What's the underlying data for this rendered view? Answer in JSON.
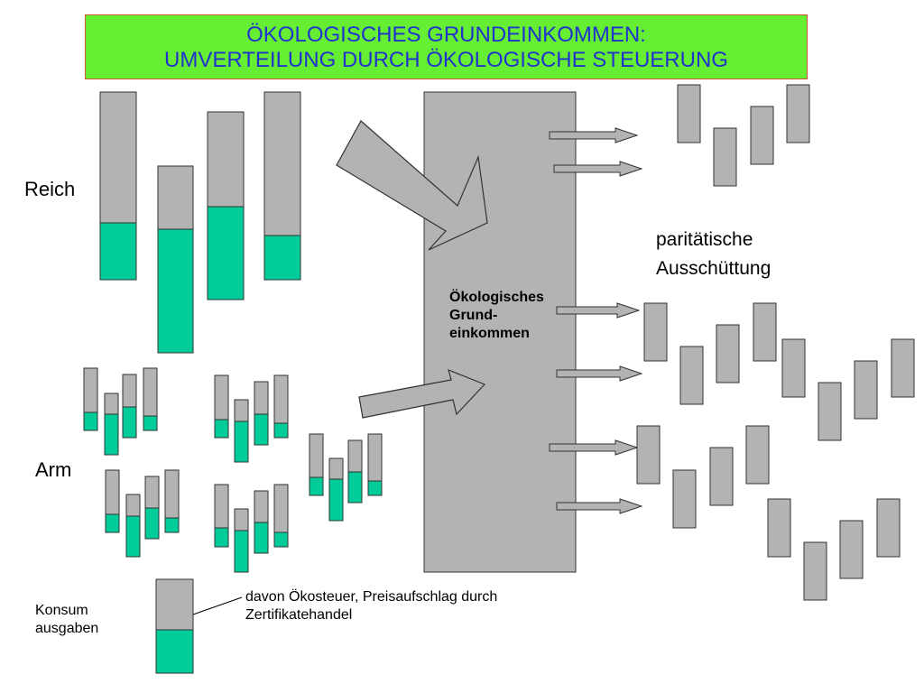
{
  "title": {
    "line1": "ÖKOLOGISCHES GRUNDEINKOMMEN:",
    "line2": "UMVERTEILUNG DURCH ÖKOLOGISCHE STEUERUNG"
  },
  "labels": {
    "rich": "Reich",
    "poor": "Arm",
    "center_line1": "Ökologisches",
    "center_line2": "Grund-",
    "center_line3": "einkommen",
    "distribution_line1": "paritätische",
    "distribution_line2": "Ausschüttung",
    "legend_line1": "Konsum",
    "legend_line2": "ausgaben",
    "legend_note_line1": "davon Ökosteuer, Preisaufschlag durch",
    "legend_note_line2": "Zertifikatehandel"
  },
  "colors": {
    "title_background": "#66ee33",
    "title_border": "#cc5533",
    "title_text": "#2233cc",
    "bar_gray": "#b3b3b3",
    "eco_tax_green": "#00cc99",
    "outline": "#333333"
  }
}
